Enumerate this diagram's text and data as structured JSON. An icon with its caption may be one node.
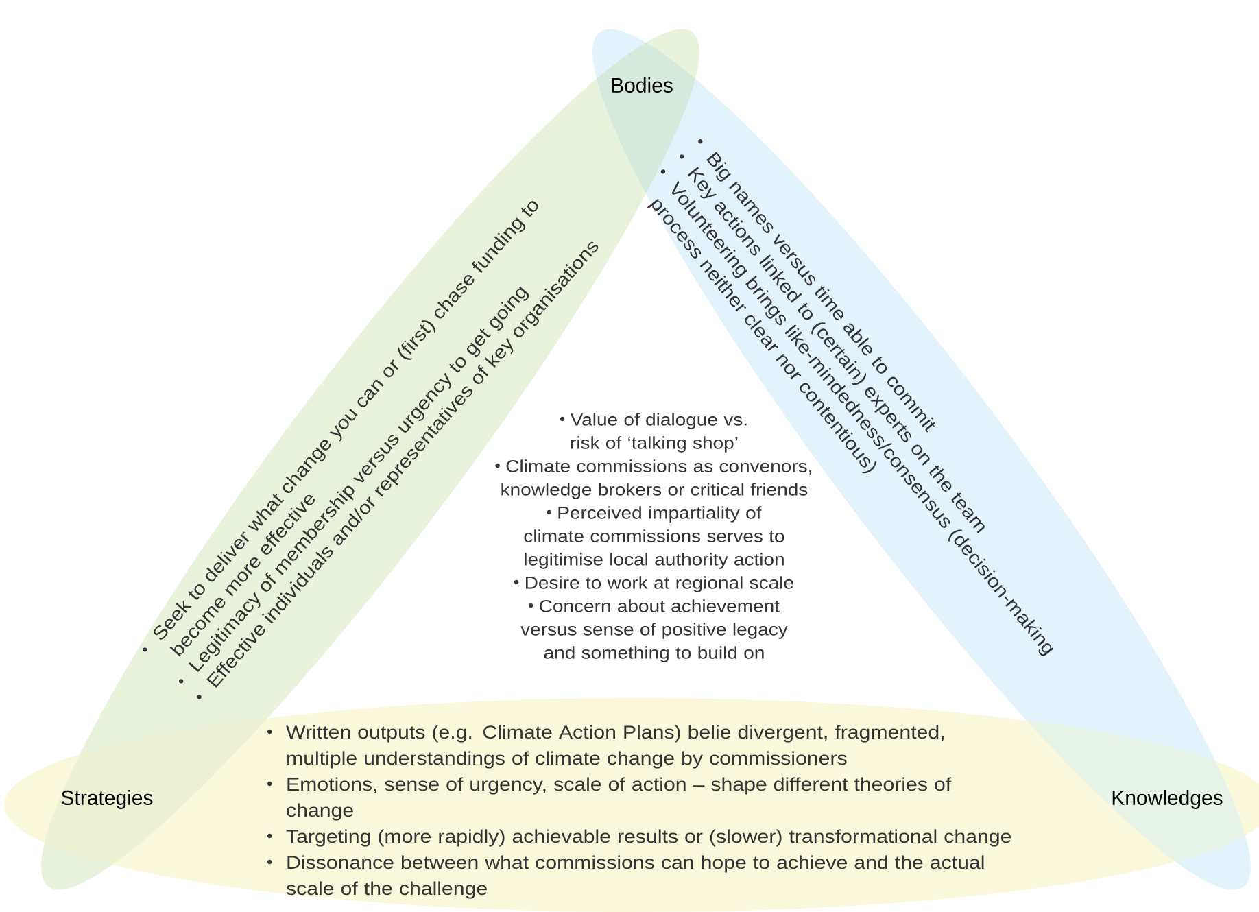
{
  "diagram": {
    "nodes": [
      {
        "text": [
          "Seek to deliver what change you can or (first) chase funding to become more effective",
          "Legitimacy of membership versus urgency to get going",
          "Effective individuals and/or representatives of key organisations"
        ]
      },
      {
        "text": [
          "Big names versus time able to commit",
          "Key actions linked to (certain) experts on the team",
          "Volunteering brings like-mindedness/consensus (decision-making process neither clear nor contentious)"
        ]
      },
      {
        "text": [
          "Written outputs (e.g. Climate Action Plans) belie divergent, fragmented, multiple understandings of climate change by commissioners",
          "Emotions, sense of urgency, scale of action – shape different theories of change",
          "Targeting (more rapidly) achievable results or (slower) transformational change",
          "Dissonance between what commissions can hope to achieve and the actual scale of the challenge"
        ]
      }
    ],
    "labels": [
      "Bodies",
      "Value of dialogue vs. risk of ‘talking shop’",
      "Climate commissions as convenors, knowledge brokers or critical friends",
      "Perceived impartiality of climate commissions serves to legitimise local authority action",
      "Desire to work at regional scale",
      "Concern about achievement versus sense of positive legacy and something to build on",
      "Strategies",
      "Knowledges"
    ]
  }
}
